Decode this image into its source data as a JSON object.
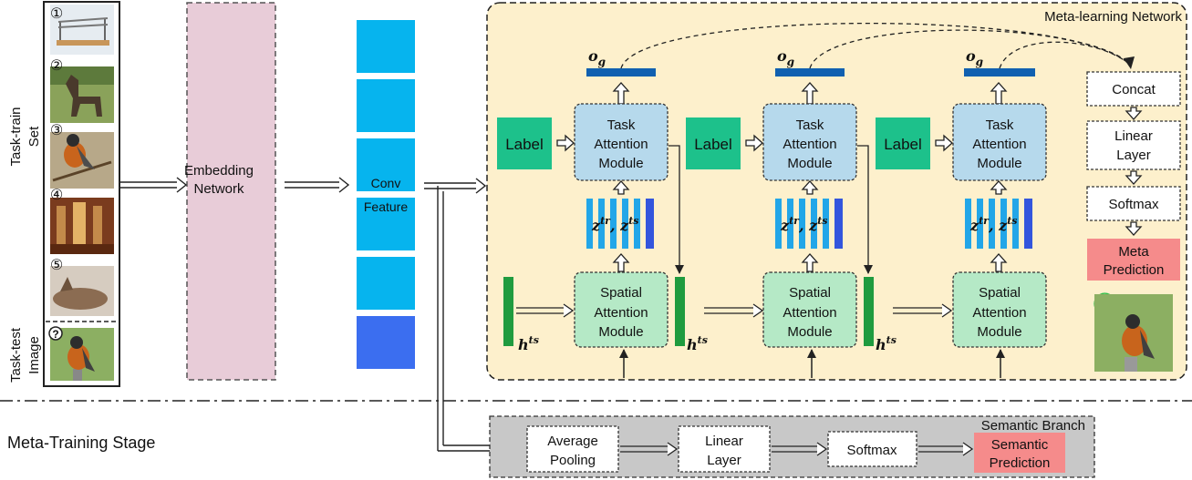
{
  "left_panel": {
    "task_train_label_line1": "Task-train",
    "task_train_label_line2": "Set",
    "task_test_label_line1": "Task-test",
    "task_test_label_line2": "Image",
    "sample_numbers": [
      "①",
      "②",
      "③",
      "④",
      "⑤",
      "?"
    ]
  },
  "embedding_network": {
    "line1": "Embedding",
    "line2": "Network"
  },
  "conv_feature": {
    "line1": "Conv",
    "line2": "Feature"
  },
  "meta_learning_network": {
    "title": "Meta-learning Network",
    "label_box": "Label",
    "task_attention": {
      "line1": "Task",
      "line2": "Attention",
      "line3": "Module"
    },
    "spatial_attention": {
      "line1": "Spatial",
      "line2": "Attention",
      "line3": "Module"
    },
    "og_label": "o",
    "og_sub": "g",
    "z_label": {
      "z": "z",
      "tr": "tr",
      "sep": ", ",
      "ts": "ts"
    },
    "h_label": {
      "h": "h",
      "ts": "ts"
    },
    "concat": "Concat",
    "linear_layer": {
      "line1": "Linear",
      "line2": "Layer"
    },
    "softmax": "Softmax",
    "meta_prediction": {
      "line1": "Meta",
      "line2": "Prediction"
    },
    "query_marker": "③"
  },
  "semantic_branch": {
    "title": "Semantic Branch",
    "average_pooling": {
      "line1": "Average",
      "line2": "Pooling"
    },
    "linear_layer": {
      "line1": "Linear",
      "line2": "Layer"
    },
    "softmax": "Softmax",
    "semantic_prediction": {
      "line1": "Semantic",
      "line2": "Prediction"
    }
  },
  "stage_label": "Meta-Training Stage",
  "colors": {
    "embedding_fill": "#e8ccd8",
    "conv_block": "#06b4ee",
    "conv_block_last": "#3b6ef0",
    "meta_bg": "#fdf0cc",
    "label_green": "#1dc18b",
    "task_fill": "#b6d9ec",
    "spatial_fill": "#b5e9c6",
    "og_bar": "#1060b0",
    "feature_stripe": "#22a6e8",
    "feature_last": "#3355dd",
    "h_bar": "#1f9b3f",
    "prediction_fill": "#f58b8b",
    "semantic_bg": "#c8c8c8"
  }
}
